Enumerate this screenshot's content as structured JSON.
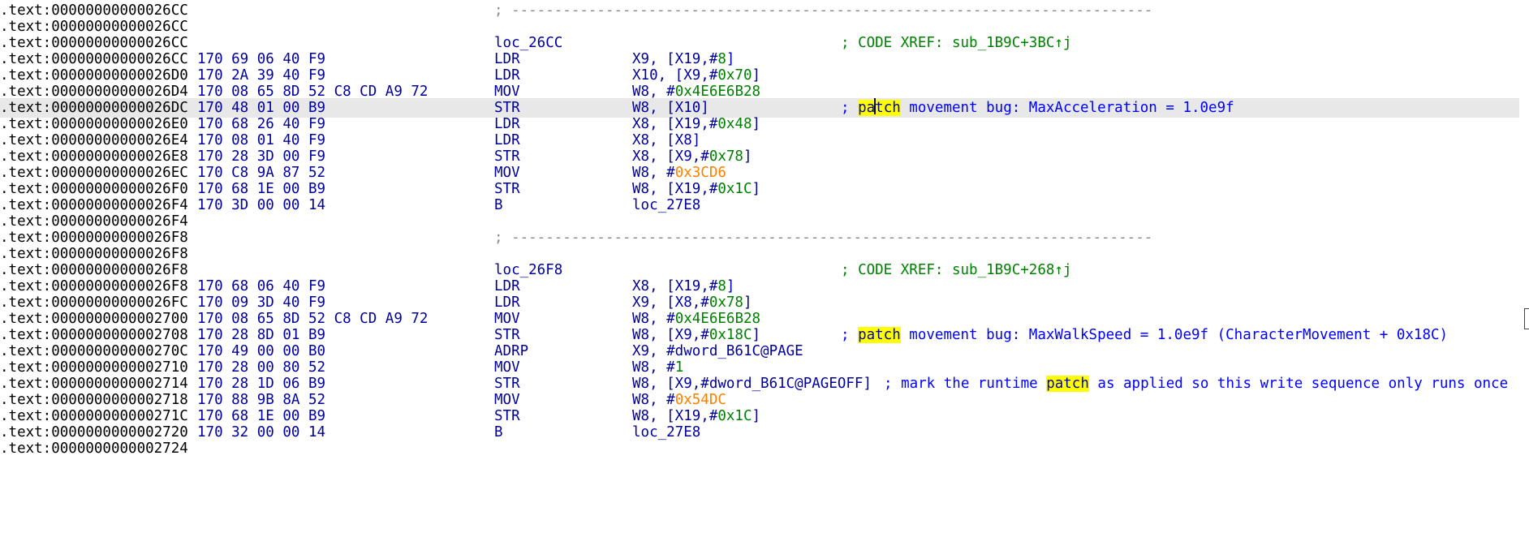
{
  "listing": [
    {
      "addr": ".text:00000000000026CC",
      "sep": "; ---------------------------------------------------------------------------"
    },
    {
      "addr": ".text:00000000000026CC"
    },
    {
      "addr": ".text:00000000000026CC",
      "label": "loc_26CC",
      "xref": "; CODE XREF: sub_1B9C+3BC↑j"
    },
    {
      "addr": ".text:00000000000026CC",
      "bytes": "170 69 06 40 F9",
      "mnemonic": "LDR",
      "operands": [
        {
          "t": "X9, [X19,#"
        },
        {
          "t": "8",
          "n": 1
        },
        {
          "t": "]"
        }
      ]
    },
    {
      "addr": ".text:00000000000026D0",
      "bytes": "170 2A 39 40 F9",
      "mnemonic": "LDR",
      "operands": [
        {
          "t": "X10, [X9,#"
        },
        {
          "t": "0x70",
          "n": 1
        },
        {
          "t": "]"
        }
      ]
    },
    {
      "addr": ".text:00000000000026D4",
      "bytes": "170 08 65 8D 52 C8 CD A9 72",
      "mnemonic": "MOV",
      "operands": [
        {
          "t": "W8, #"
        },
        {
          "t": "0x4E6E6B28",
          "n": 1
        }
      ]
    },
    {
      "addr": ".text:00000000000026DC",
      "bytes": "170 48 01 00 B9",
      "mnemonic": "STR",
      "operands": [
        {
          "t": "W8, [X10]"
        }
      ],
      "highlight": true,
      "comment_col": 1036,
      "comment": [
        {
          "t": "; "
        },
        {
          "t": "pa",
          "k": 1
        },
        {
          "caret": 1
        },
        {
          "t": "tch",
          "k": 1
        },
        {
          "t": " movement bug: MaxAcceleration = 1.0e9f"
        }
      ]
    },
    {
      "addr": ".text:00000000000026E0",
      "bytes": "170 68 26 40 F9",
      "mnemonic": "LDR",
      "operands": [
        {
          "t": "X8, [X19,#"
        },
        {
          "t": "0x48",
          "n": 1
        },
        {
          "t": "]"
        }
      ]
    },
    {
      "addr": ".text:00000000000026E4",
      "bytes": "170 08 01 40 F9",
      "mnemonic": "LDR",
      "operands": [
        {
          "t": "X8, [X8]"
        }
      ]
    },
    {
      "addr": ".text:00000000000026E8",
      "bytes": "170 28 3D 00 F9",
      "mnemonic": "STR",
      "operands": [
        {
          "t": "X8, [X9,#"
        },
        {
          "t": "0x78",
          "n": 1
        },
        {
          "t": "]"
        }
      ]
    },
    {
      "addr": ".text:00000000000026EC",
      "bytes": "170 C8 9A 87 52",
      "mnemonic": "MOV",
      "operands": [
        {
          "t": "W8, #"
        },
        {
          "t": "0x3CD6",
          "c": 1
        }
      ]
    },
    {
      "addr": ".text:00000000000026F0",
      "bytes": "170 68 1E 00 B9",
      "mnemonic": "STR",
      "operands": [
        {
          "t": "W8, [X19,#"
        },
        {
          "t": "0x1C",
          "n": 1
        },
        {
          "t": "]"
        }
      ]
    },
    {
      "addr": ".text:00000000000026F4",
      "bytes": "170 3D 00 00 14",
      "mnemonic": "B",
      "operands": [
        {
          "t": "loc_27E8"
        }
      ]
    },
    {
      "addr": ".text:00000000000026F4"
    },
    {
      "addr": ".text:00000000000026F8",
      "sep": "; ---------------------------------------------------------------------------"
    },
    {
      "addr": ".text:00000000000026F8"
    },
    {
      "addr": ".text:00000000000026F8",
      "label": "loc_26F8",
      "xref": "; CODE XREF: sub_1B9C+268↑j"
    },
    {
      "addr": ".text:00000000000026F8",
      "bytes": "170 68 06 40 F9",
      "mnemonic": "LDR",
      "operands": [
        {
          "t": "X8, [X19,#"
        },
        {
          "t": "8",
          "n": 1
        },
        {
          "t": "]"
        }
      ]
    },
    {
      "addr": ".text:00000000000026FC",
      "bytes": "170 09 3D 40 F9",
      "mnemonic": "LDR",
      "operands": [
        {
          "t": "X9, [X8,#"
        },
        {
          "t": "0x78",
          "n": 1
        },
        {
          "t": "]"
        }
      ]
    },
    {
      "addr": ".text:0000000000002700",
      "bytes": "170 08 65 8D 52 C8 CD A9 72",
      "mnemonic": "MOV",
      "operands": [
        {
          "t": "W8, #"
        },
        {
          "t": "0x4E6E6B28",
          "n": 1
        }
      ]
    },
    {
      "addr": ".text:0000000000002708",
      "bytes": "170 28 8D 01 B9",
      "mnemonic": "STR",
      "operands": [
        {
          "t": "W8, [X9,#"
        },
        {
          "t": "0x18C",
          "n": 1
        },
        {
          "t": "]"
        }
      ],
      "comment_col": 1036,
      "comment": [
        {
          "t": "; "
        },
        {
          "t": "patch",
          "k": 1
        },
        {
          "t": " movement bug: MaxWalkSpeed = 1.0e9f (CharacterMovement + 0x18C)"
        }
      ]
    },
    {
      "addr": ".text:000000000000270C",
      "bytes": "170 49 00 00 B0",
      "mnemonic": "ADRP",
      "operands": [
        {
          "t": "X9, #dword_B61C@PAGE"
        }
      ]
    },
    {
      "addr": ".text:0000000000002710",
      "bytes": "170 28 00 80 52",
      "mnemonic": "MOV",
      "operands": [
        {
          "t": "W8, #"
        },
        {
          "t": "1",
          "n": 1
        }
      ]
    },
    {
      "addr": ".text:0000000000002714",
      "bytes": "170 28 1D 06 B9",
      "mnemonic": "STR",
      "operands": [
        {
          "t": "W8, [X9,#dword_B61C@PAGEOFF]"
        }
      ],
      "comment_col": 1089,
      "comment": [
        {
          "t": "; mark the runtime "
        },
        {
          "t": "patch",
          "k": 1
        },
        {
          "t": " as applied so this write sequence only runs once"
        }
      ]
    },
    {
      "addr": ".text:0000000000002718",
      "bytes": "170 88 9B 8A 52",
      "mnemonic": "MOV",
      "operands": [
        {
          "t": "W8, #"
        },
        {
          "t": "0x54DC",
          "c": 1
        }
      ]
    },
    {
      "addr": ".text:000000000000271C",
      "bytes": "170 68 1E 00 B9",
      "mnemonic": "STR",
      "operands": [
        {
          "t": "W8, [X19,#"
        },
        {
          "t": "0x1C",
          "n": 1
        },
        {
          "t": "]"
        }
      ]
    },
    {
      "addr": ".text:0000000000002720",
      "bytes": "170 32 00 00 14",
      "mnemonic": "B",
      "operands": [
        {
          "t": "loc_27E8"
        }
      ]
    },
    {
      "addr": ".text:0000000000002724"
    }
  ],
  "colors": {
    "address": "#000000",
    "instruction": "#0000a0",
    "comment": "#0000ff",
    "xref": "#008000",
    "number": "#008000",
    "const": "#ff7f00",
    "highlight_line": "#e8e8e8",
    "search_highlight": "#ffff00",
    "separator": "#8a8a8a"
  }
}
